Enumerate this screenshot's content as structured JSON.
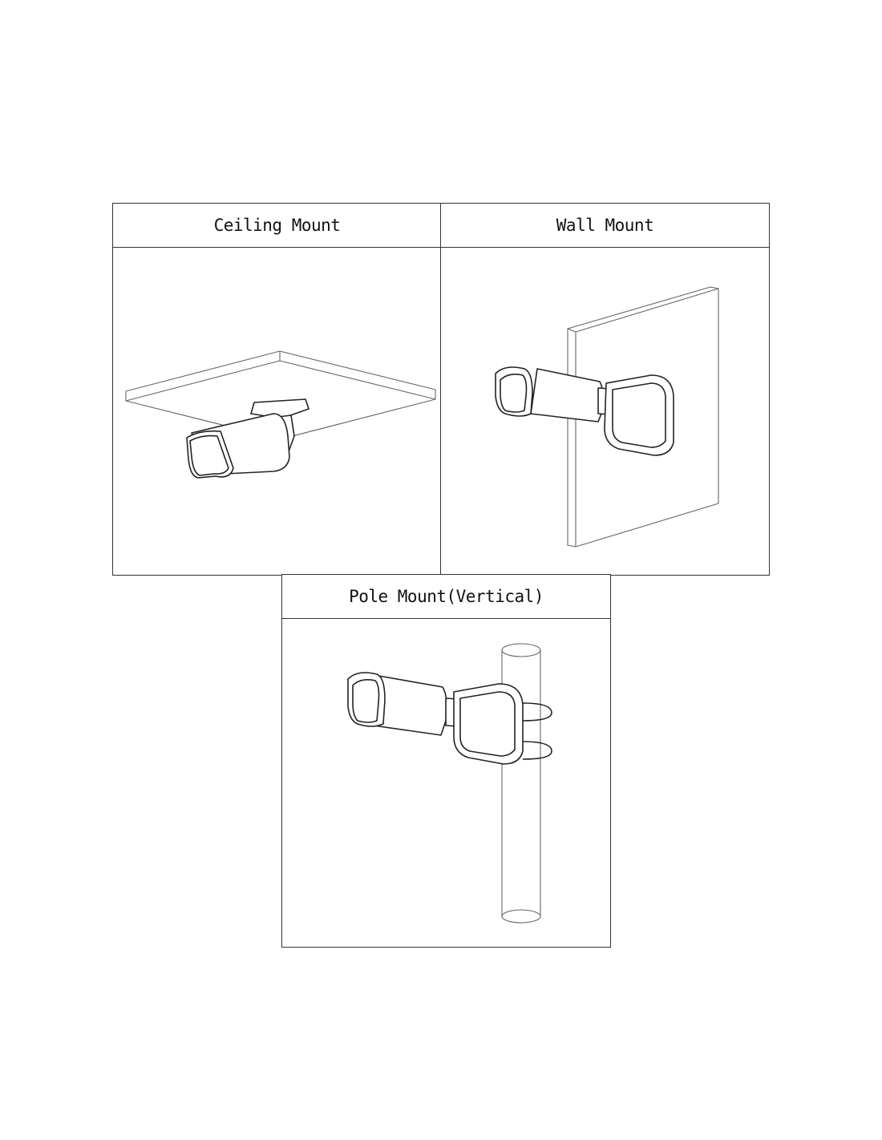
{
  "panels": [
    {
      "title": "Ceiling Mount"
    },
    {
      "title": "Wall Mount"
    },
    {
      "title": "Pole Mount(Vertical)"
    }
  ]
}
